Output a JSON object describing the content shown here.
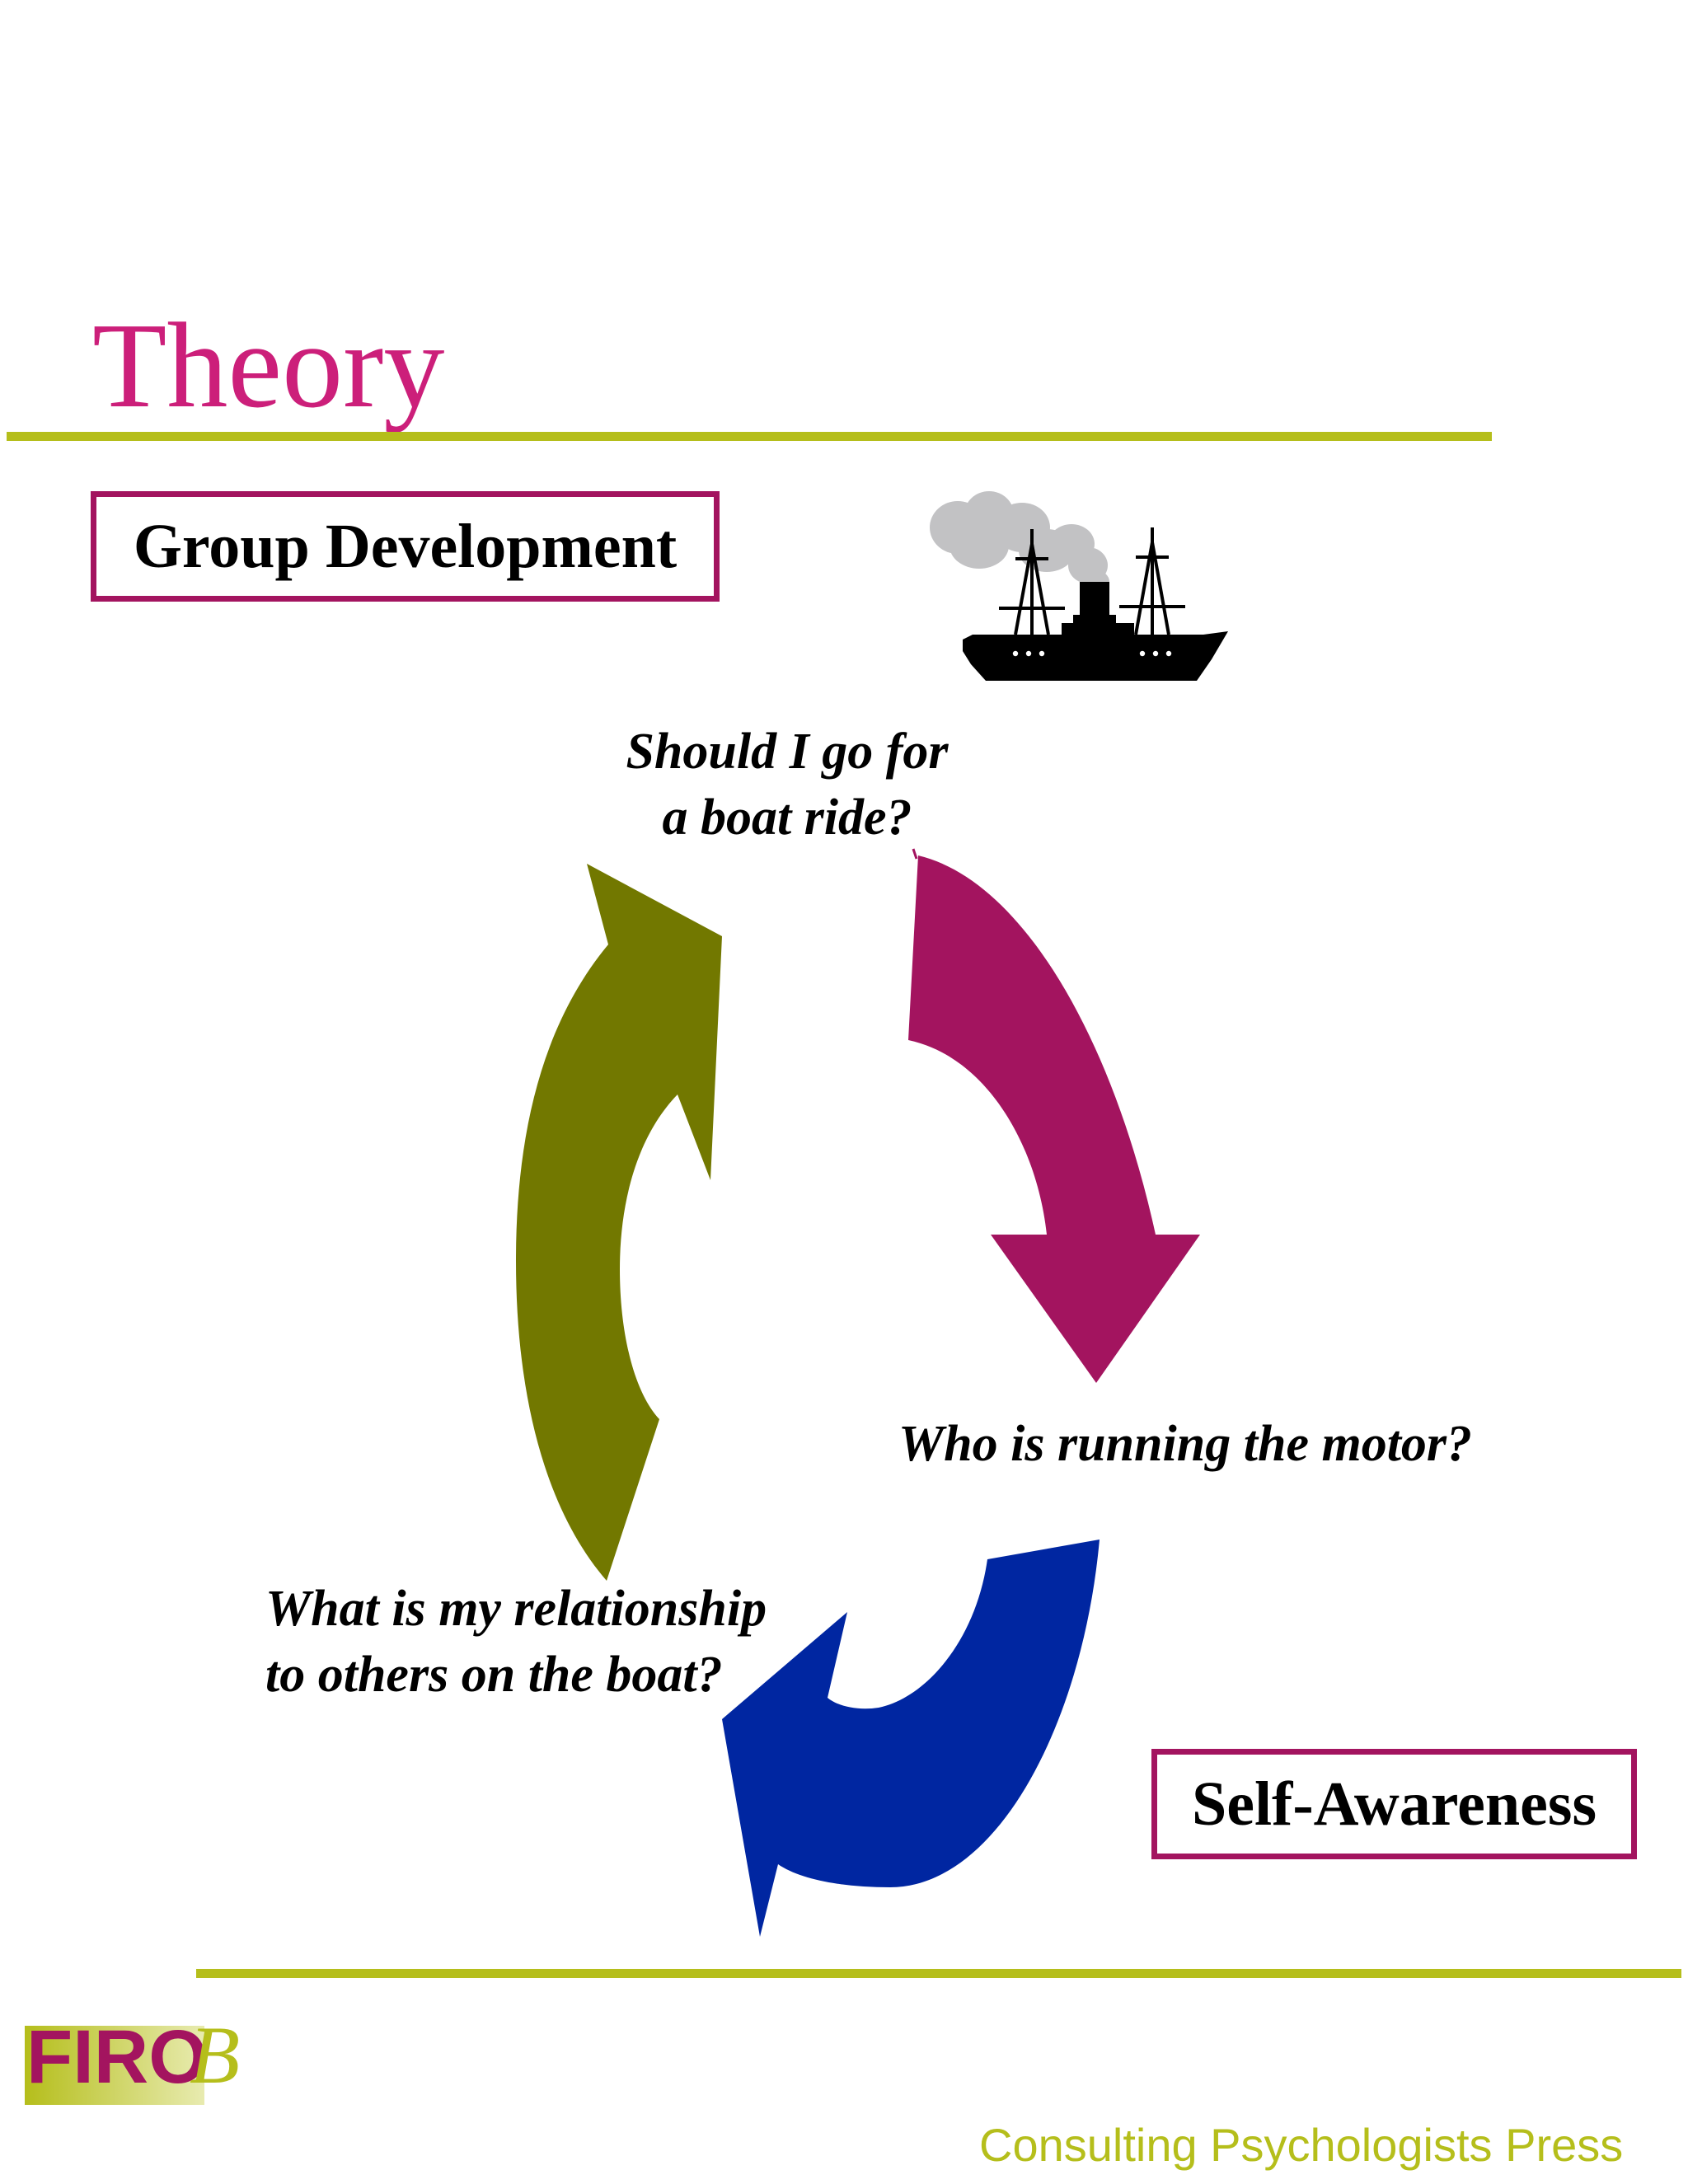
{
  "page": {
    "title": "Theory",
    "footer_publisher": "Consulting Psychologists Press",
    "logo": {
      "text": "FIRO",
      "suffix": "B"
    }
  },
  "diagram": {
    "labels": {
      "group_development": "Group Development",
      "self_awareness": "Self-Awareness"
    },
    "questions": {
      "top_line1": "Should I go for",
      "top_line2": "a boat ride?",
      "right": "Who is running the motor?",
      "bottom_line1": "What is my relationship",
      "bottom_line2": "to others on the boat?"
    },
    "arrows": [
      {
        "name": "magenta-arrow",
        "color": "#a3145f"
      },
      {
        "name": "blue-arrow",
        "color": "#0026a1"
      },
      {
        "name": "olive-arrow",
        "color": "#727800"
      }
    ],
    "icons": {
      "ship": "steamship-icon",
      "smoke": "smoke-cloud-icon"
    }
  },
  "colors": {
    "title": "#cc1f7a",
    "rule": "#b5be1b",
    "box_border": "#a3145f",
    "publisher": "#b5be1b"
  }
}
